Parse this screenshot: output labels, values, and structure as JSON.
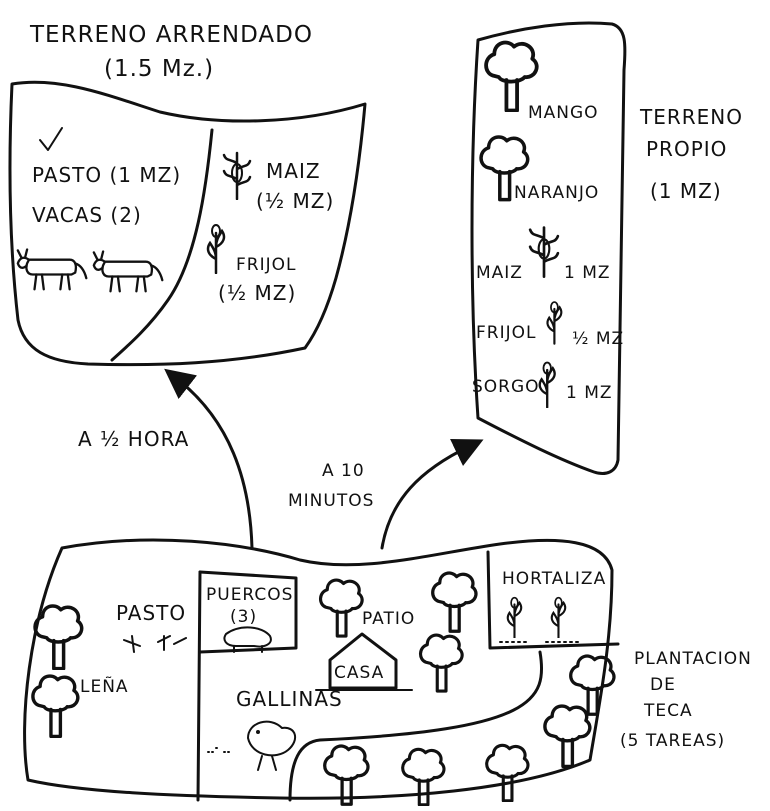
{
  "leased_land": {
    "title": "TERRENO ARRENDADO",
    "area": "(1.5 Mz.)",
    "pasture": "PASTO (1 MZ)",
    "cows": "VACAS (2)",
    "corn": "MAIZ",
    "corn_area": "(½ MZ)",
    "beans": "FRIJOL",
    "beans_area": "(½ MZ)"
  },
  "own_land": {
    "title_line1": "TERRENO",
    "title_line2": "PROPIO",
    "title_line3": "(1 MZ)",
    "mango": "MANGO",
    "orange": "NARANJO",
    "corn": "MAIZ",
    "corn_area": "1 MZ",
    "beans": "FRIJOL",
    "beans_area": "½ MZ",
    "sorghum": "SORGO",
    "sorghum_area": "1 MZ"
  },
  "distances": {
    "leased": "A ½ HORA",
    "own_line1": "A 10",
    "own_line2": "MINUTOS"
  },
  "homestead": {
    "pasture": "PASTO",
    "firewood": "LEÑA",
    "pigs": "PUERCOS",
    "pigs_count": "(3)",
    "patio": "PATIO",
    "house": "CASA",
    "garden": "HORTALIZA",
    "chickens": "GALLINAS"
  },
  "teak": {
    "line1": "PLANTACION",
    "line2": "DE",
    "line3": "TECA",
    "line4": "(5 TAREAS)"
  }
}
